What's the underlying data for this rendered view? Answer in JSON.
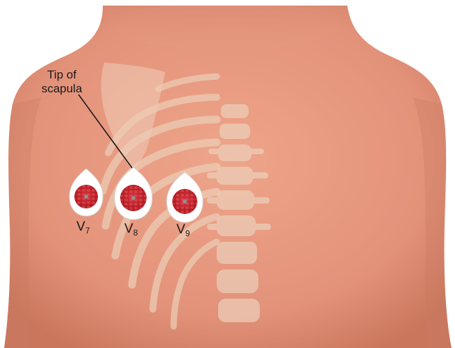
{
  "annotation": {
    "line1": "Tip of",
    "line2": "scapula"
  },
  "electrodes": [
    {
      "letter": "V",
      "sub": "7"
    },
    {
      "letter": "V",
      "sub": "8"
    },
    {
      "letter": "V",
      "sub": "9"
    }
  ],
  "colors": {
    "background": "#ffffff",
    "skin": "#e79a80",
    "skin_shadow": "#c9765c",
    "bone": "#e9c9b0",
    "electrode_pad": "#ffffff",
    "electrode_gel": "#c8222b",
    "electrode_center": "#8f8f8f"
  }
}
